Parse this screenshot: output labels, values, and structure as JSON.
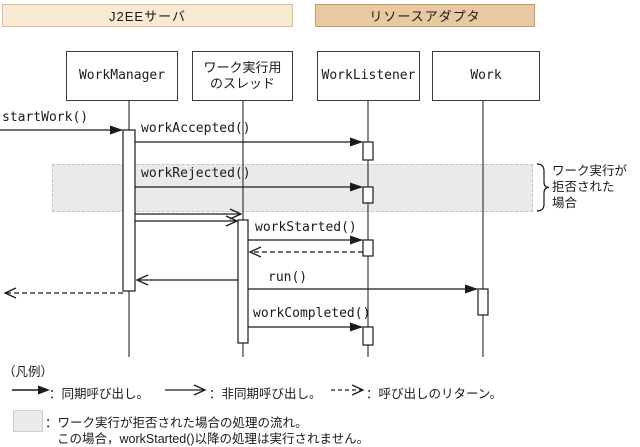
{
  "headers": {
    "j2ee_server": "J2EEサーバ",
    "resource_adapter": "リソースアダプタ"
  },
  "participants": [
    {
      "label": "WorkManager"
    },
    {
      "label": "ワーク実行用\nのスレッド"
    },
    {
      "label": "WorkListener"
    },
    {
      "label": "Work"
    }
  ],
  "messages": {
    "start_work": "startWork()",
    "work_accepted": "workAccepted()",
    "work_rejected": "workRejected()",
    "work_started": "workStarted()",
    "run": "run()",
    "work_completed": "workCompleted()"
  },
  "annotation": {
    "rejected_case": "ワーク実行が\n拒否された\n場合"
  },
  "legend": {
    "title": "（凡例）",
    "sync_label": "：同期呼び出し。",
    "async_label": "：非同期呼び出し。",
    "return_label": "：呼び出しのリターン。",
    "rejected_label_line1": "：ワーク実行が拒否された場合の処理の流れ。",
    "rejected_label_line2": "この場合，workStarted()以降の処理は実行されません。"
  },
  "colors": {
    "j2ee_fill": "#f9e8d2",
    "j2ee_border": "#dcbd96",
    "ra_fill": "#e9c9a1",
    "ra_border": "#c49a66",
    "band_fill": "#eaeaea",
    "band_border": "#c6c6c6",
    "line_color": "#1a1a1a"
  }
}
